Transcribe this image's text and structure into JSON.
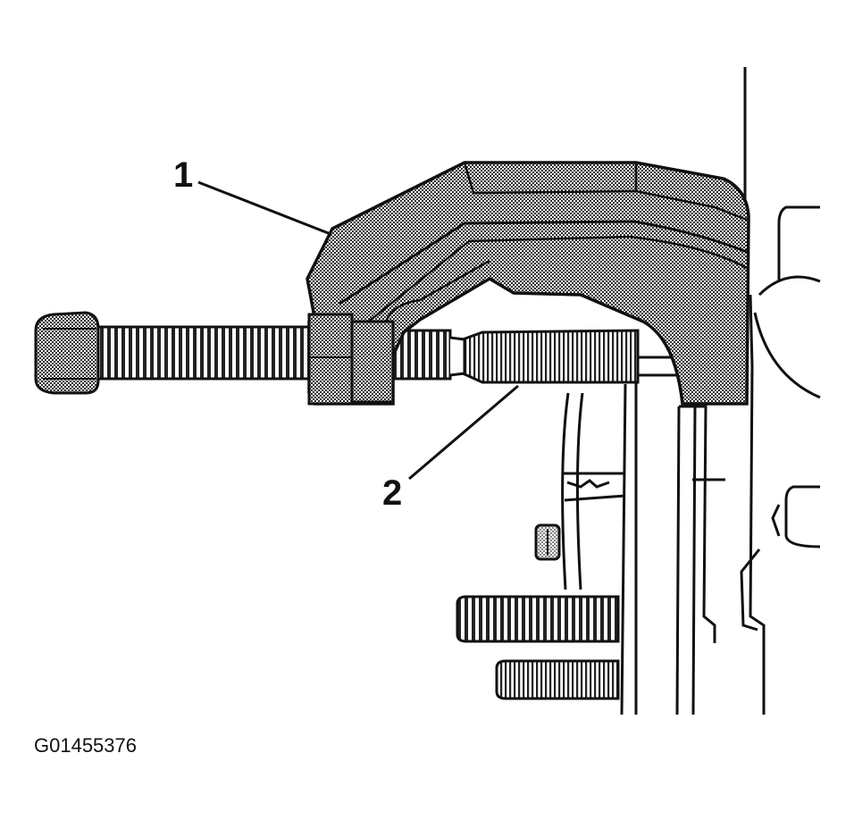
{
  "callouts": [
    {
      "id": "1",
      "label": "1"
    },
    {
      "id": "2",
      "label": "2"
    }
  ],
  "figure_id": "G01455376",
  "colors": {
    "ink": "#111111",
    "shade": "#9a9a9a",
    "paper": "#ffffff"
  }
}
